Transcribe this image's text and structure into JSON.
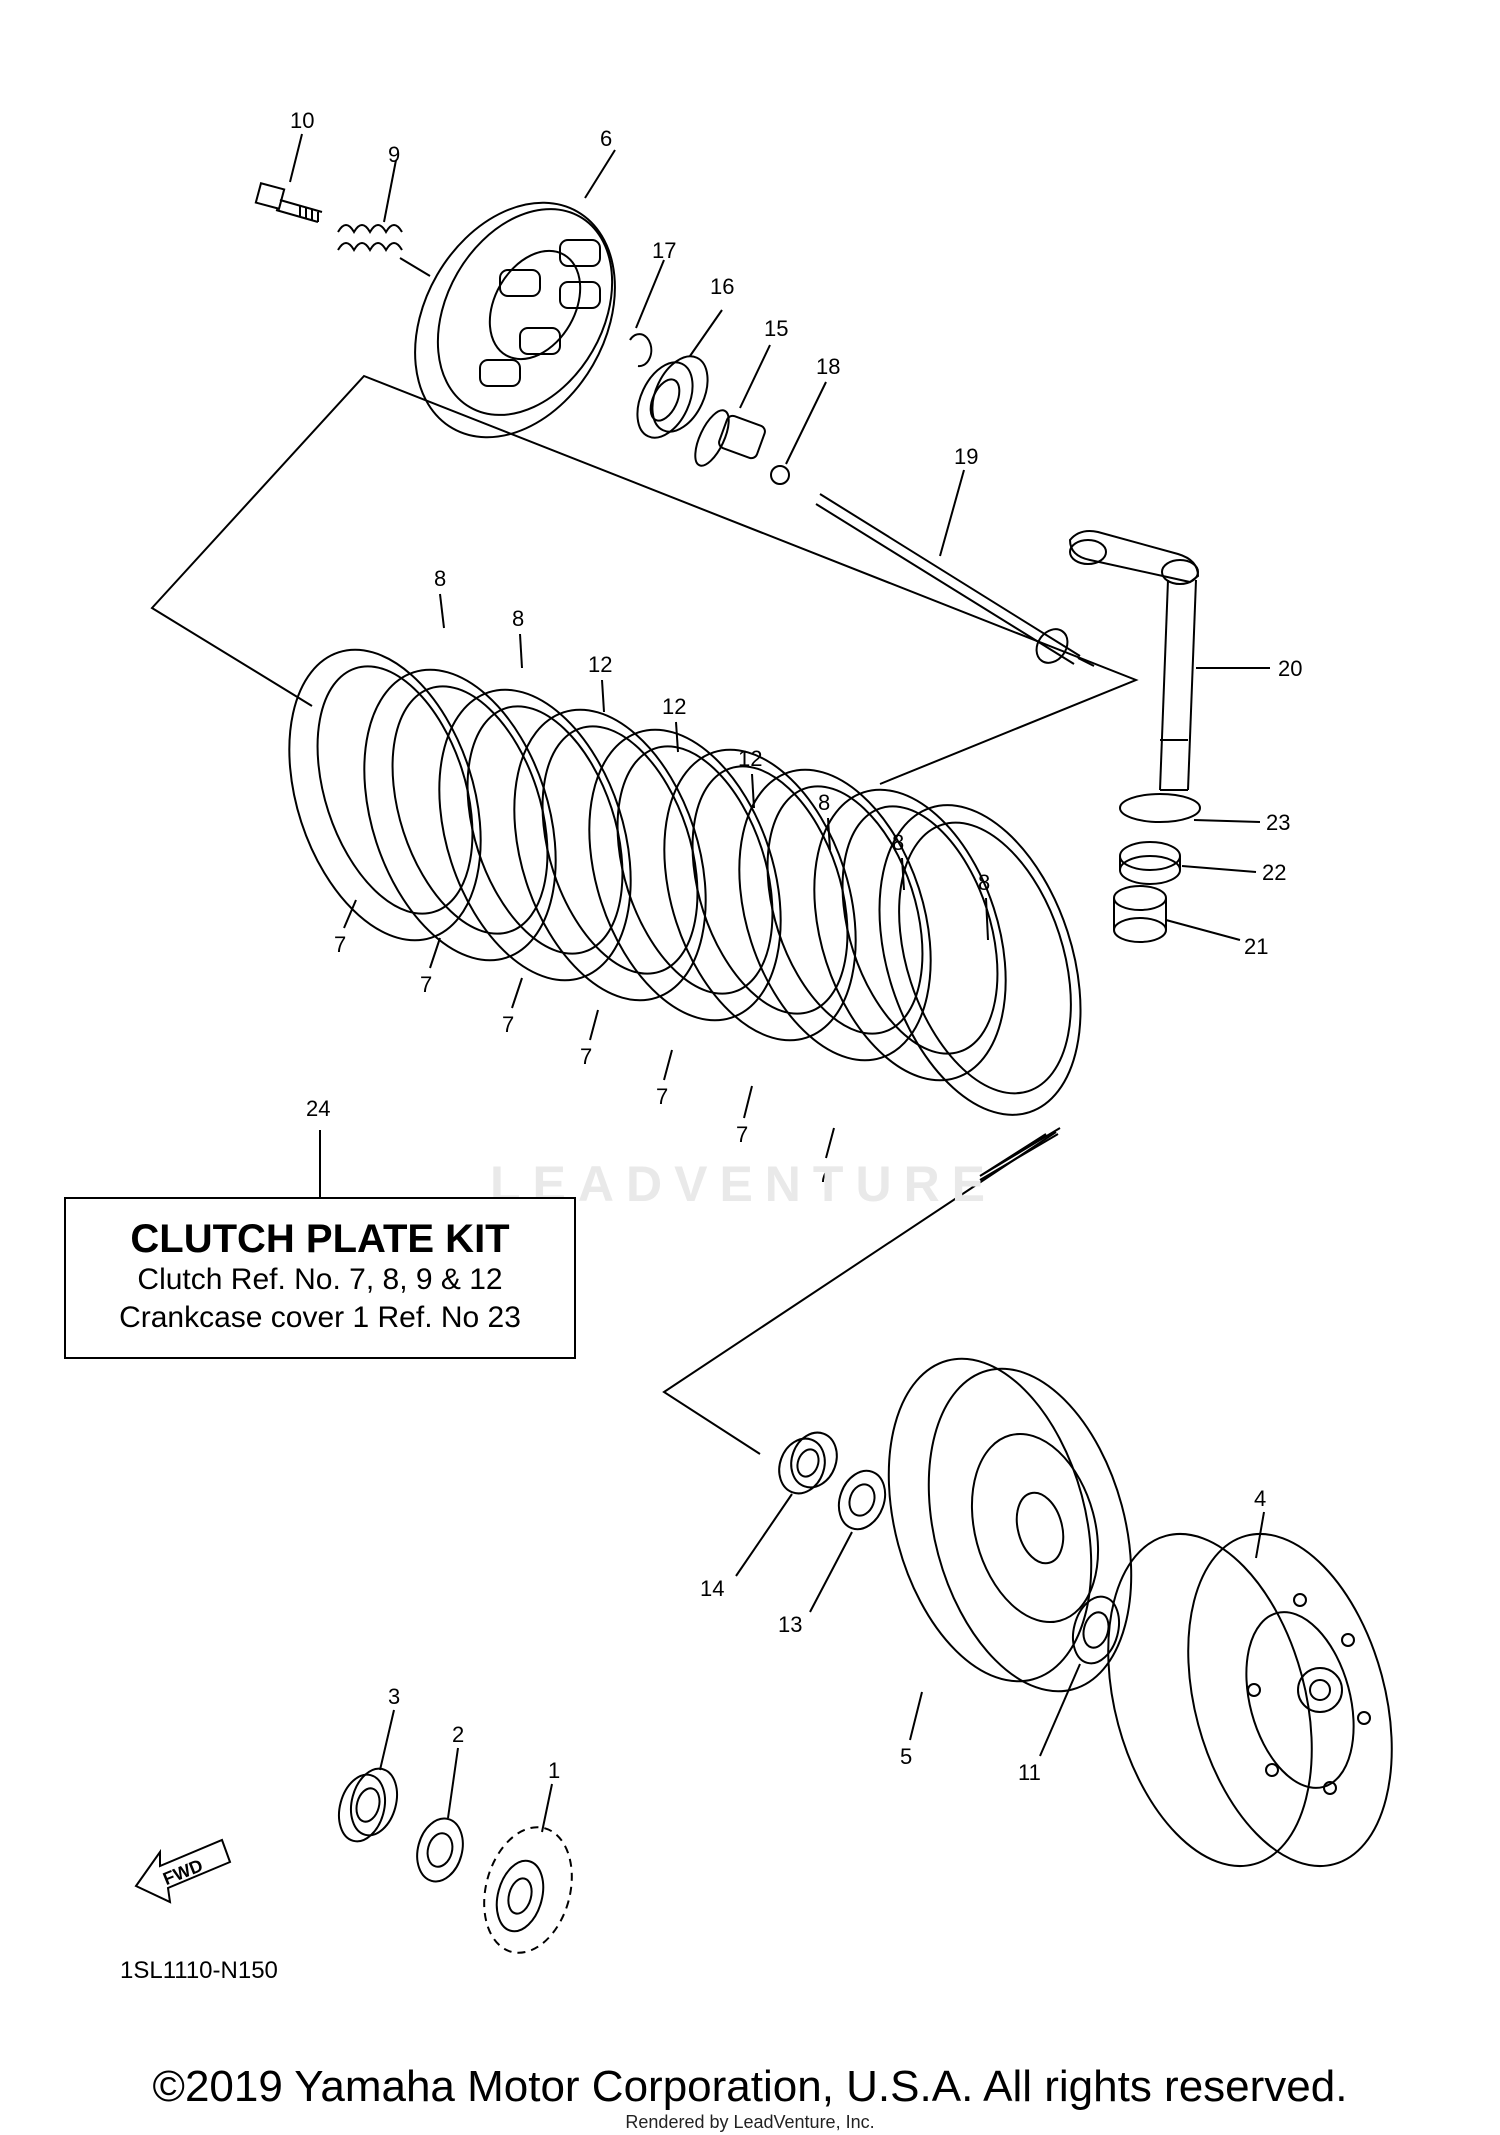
{
  "callouts": {
    "c1": "1",
    "c2": "2",
    "c3": "3",
    "c4": "4",
    "c5": "5",
    "c6": "6",
    "c7": "7",
    "c8": "8",
    "c9": "9",
    "c10": "10",
    "c11": "11",
    "c12": "12",
    "c13": "13",
    "c14": "14",
    "c15": "15",
    "c16": "16",
    "c17": "17",
    "c18": "18",
    "c19": "19",
    "c20": "20",
    "c21": "21",
    "c22": "22",
    "c23": "23",
    "c24": "24"
  },
  "kit_box": {
    "title": "CLUTCH PLATE KIT",
    "line1": "Clutch Ref. No. 7, 8, 9 & 12",
    "line2": "Crankcase cover 1 Ref. No 23"
  },
  "fwd_label": "FWD",
  "diagram_code": "1SL1110-N150",
  "watermark": "LEADVENTURE",
  "copyright": "©2019 Yamaha Motor Corporation, U.S.A. All rights reserved.",
  "rendered_by": "Rendered by LeadVenture, Inc."
}
